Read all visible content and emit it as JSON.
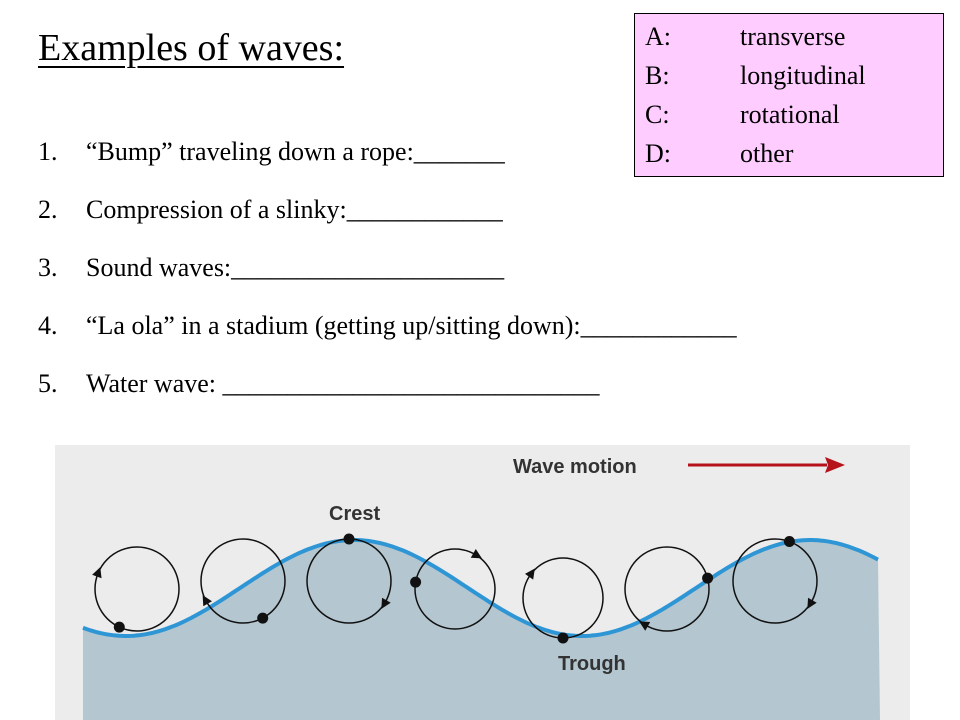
{
  "title": "Examples of waves:",
  "items": [
    {
      "num": "1.",
      "text": "“Bump” traveling down a rope:_______"
    },
    {
      "num": "2.",
      "text": "Compression of a slinky:____________"
    },
    {
      "num": "3.",
      "text": "Sound waves:_____________________"
    },
    {
      "num": "4.",
      "text": "“La ola” in a stadium (getting up/sitting down):____________"
    },
    {
      "num": "5.",
      "text": "Water wave: _____________________________"
    }
  ],
  "legend": [
    {
      "key": "A:",
      "value": "transverse"
    },
    {
      "key": "B:",
      "value": "longitudinal"
    },
    {
      "key": "C:",
      "value": "rotational"
    },
    {
      "key": "D:",
      "value": "other"
    }
  ],
  "figure": {
    "wave_motion_label": "Wave motion",
    "crest_label": "Crest",
    "trough_label": "Trough",
    "water_color": "#b4c6cf",
    "wave_line_color": "#2f96d6",
    "arrow_color": "#b5121b"
  }
}
